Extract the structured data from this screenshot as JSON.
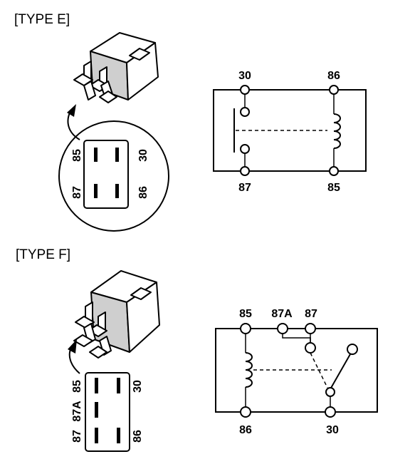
{
  "type_e": {
    "title": "[TYPE E]",
    "connector_labels": {
      "top_left": "85",
      "top_right": "30",
      "bottom_left": "87",
      "bottom_right": "86"
    },
    "schematic_labels": {
      "top_left": "30",
      "top_right": "86",
      "bottom_left": "87",
      "bottom_right": "85"
    }
  },
  "type_f": {
    "title": "[TYPE F]",
    "connector_labels": {
      "left_top": "85",
      "left_middle": "87A",
      "left_bottom": "87",
      "right_top": "30",
      "right_bottom": "86"
    },
    "schematic_labels": {
      "top_left": "85",
      "top_middle": "87A",
      "top_right": "87",
      "bottom_left": "86",
      "bottom_right": "30"
    }
  }
}
